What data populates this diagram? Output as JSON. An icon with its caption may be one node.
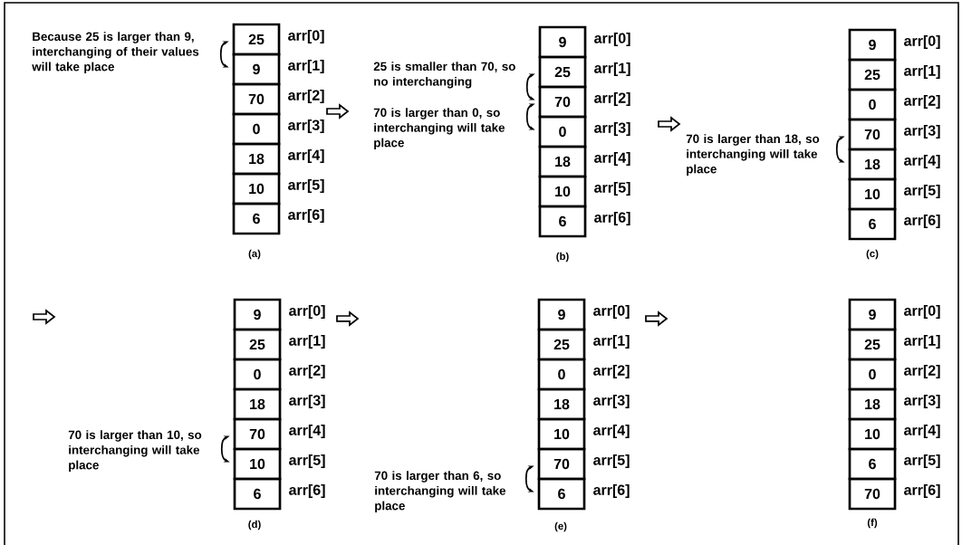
{
  "diagram": {
    "nodes": [
      {
        "text": [
          "25"
        ],
        "beside": [
          "arr[0]"
        ]
      },
      {
        "text": [
          "9"
        ],
        "beside": [
          "arr[1]"
        ]
      },
      {
        "text": [
          "70"
        ],
        "beside": [
          "arr[2]"
        ]
      },
      {
        "text": [
          "0"
        ],
        "beside": [
          "arr[3]"
        ]
      },
      {
        "text": [
          "18"
        ],
        "beside": [
          "arr[4]"
        ]
      },
      {
        "text": [
          "10"
        ],
        "beside": [
          "arr[5]"
        ]
      },
      {
        "text": [
          "6"
        ],
        "beside": [
          "arr[6]"
        ]
      },
      {
        "text": [
          "9"
        ],
        "beside": [
          "arr[0]"
        ]
      },
      {
        "text": [
          "25"
        ],
        "beside": [
          "arr[1]"
        ]
      },
      {
        "text": [
          "70"
        ],
        "beside": [
          "arr[2]"
        ]
      },
      {
        "text": [
          "0"
        ],
        "beside": [
          "arr[3]"
        ]
      },
      {
        "text": [
          "18"
        ],
        "beside": [
          "arr[4]"
        ]
      },
      {
        "text": [
          "10"
        ],
        "beside": [
          "arr[5]"
        ]
      },
      {
        "text": [
          "6"
        ],
        "beside": [
          "arr[6]"
        ]
      },
      {
        "text": [
          "9"
        ],
        "beside": [
          "arr[0]"
        ]
      },
      {
        "text": [
          "25"
        ],
        "beside": [
          "arr[1]"
        ]
      },
      {
        "text": [
          "0"
        ],
        "beside": [
          "arr[2]"
        ]
      },
      {
        "text": [
          "70"
        ],
        "beside": [
          "arr[3]"
        ]
      },
      {
        "text": [
          "18"
        ],
        "beside": [
          "arr[4]"
        ]
      },
      {
        "text": [
          "10"
        ],
        "beside": [
          "arr[5]"
        ]
      },
      {
        "text": [
          "6"
        ],
        "beside": [
          "arr[6]"
        ]
      },
      {
        "text": [
          "9"
        ],
        "beside": [
          "arr[0]"
        ]
      },
      {
        "text": [
          "25"
        ],
        "beside": [
          "arr[1]"
        ]
      },
      {
        "text": [
          "0"
        ],
        "beside": [
          "arr[2]"
        ]
      },
      {
        "text": [
          "18"
        ],
        "beside": [
          "arr[3]"
        ]
      },
      {
        "text": [
          "70"
        ],
        "beside": [
          "arr[4]"
        ]
      },
      {
        "text": [
          "10"
        ],
        "beside": [
          "arr[5]"
        ]
      },
      {
        "text": [
          "6"
        ],
        "beside": [
          "arr[6]"
        ]
      },
      {
        "text": [
          "9"
        ],
        "beside": [
          "arr[0]"
        ]
      },
      {
        "text": [
          "25"
        ],
        "beside": [
          "arr[1]"
        ]
      },
      {
        "text": [
          "0"
        ],
        "beside": [
          "arr[2]"
        ]
      },
      {
        "text": [
          "18"
        ],
        "beside": [
          "arr[3]"
        ]
      },
      {
        "text": [
          "10"
        ],
        "beside": [
          "arr[4]"
        ]
      },
      {
        "text": [
          "70"
        ],
        "beside": [
          "arr[5]"
        ]
      },
      {
        "text": [
          "6"
        ],
        "beside": [
          "arr[6]"
        ]
      },
      {
        "text": [
          "9"
        ],
        "beside": [
          "arr[0]"
        ]
      },
      {
        "text": [
          "25"
        ],
        "beside": [
          "arr[1]"
        ]
      },
      {
        "text": [
          "0"
        ],
        "beside": [
          "arr[2]"
        ]
      },
      {
        "text": [
          "18"
        ],
        "beside": [
          "arr[3]"
        ]
      },
      {
        "text": [
          "10"
        ],
        "beside": [
          "arr[4]"
        ]
      },
      {
        "text": [
          "6"
        ],
        "beside": [
          "arr[5]"
        ]
      },
      {
        "text": [
          "70"
        ],
        "beside": [
          "arr[6]"
        ]
      }
    ],
    "edges": [
      {
        "from": 0,
        "to": 1,
        "arrow": "both",
        "label": "Because 25 is larger than 9, interchanging of their values will take place"
      },
      {
        "from": 8,
        "to": 9,
        "arrow": "both",
        "label": "25 is smaller than 70, so no interchanging"
      },
      {
        "from": 9,
        "to": 10,
        "arrow": "both",
        "label": "70 is larger than 0, so interchanging will take place"
      },
      {
        "from": 17,
        "to": 18,
        "arrow": "both",
        "label": "70 is larger than 18, so interchanging will take place"
      },
      {
        "from": 25,
        "to": 26,
        "arrow": "both",
        "label": "70 is larger than 10, so interchanging will take place"
      },
      {
        "from": 33,
        "to": 34,
        "arrow": "both",
        "label": "70 is larger than 6, so interchanging will take place"
      }
    ],
    "labels": [
      "(a)",
      "(b)",
      "(c)",
      "(d)",
      "(e)",
      "(f)"
    ]
  }
}
